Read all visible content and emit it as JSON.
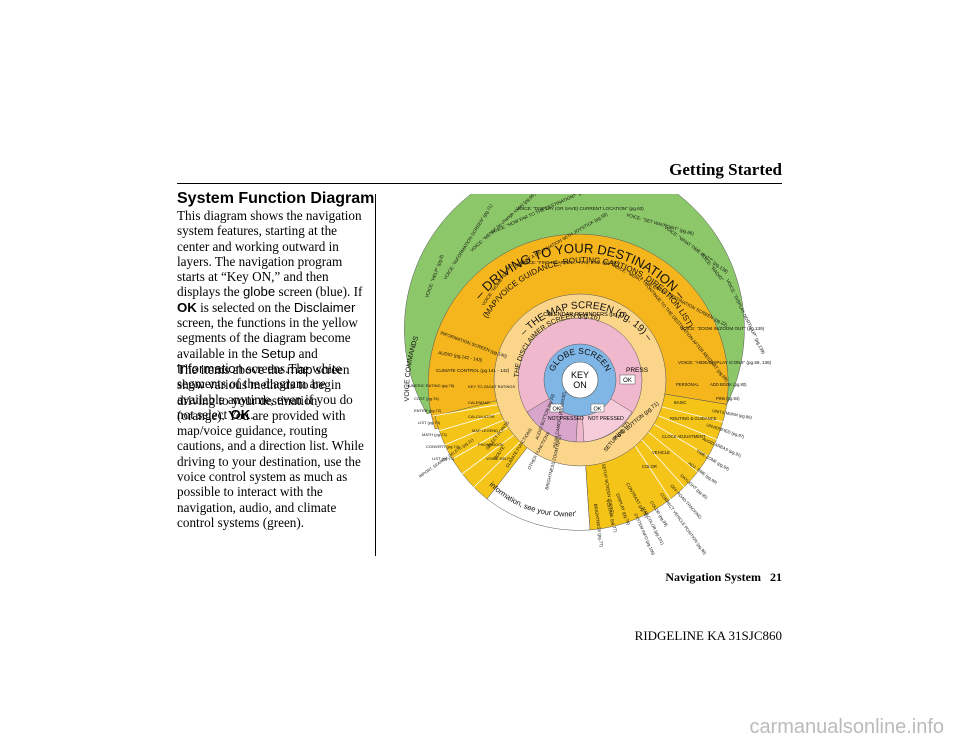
{
  "header": {
    "title": "Getting Started"
  },
  "section": {
    "title": "System Function Diagram"
  },
  "paragraph1": {
    "t1": "This diagram shows the navigation system features, starting at the center and working outward in layers. The navigation program starts at “Key ON,” and then displays the ",
    "globe": "globe",
    "t2": " screen (blue). If ",
    "ok1": "OK",
    "t3": " is selected on the ",
    "disclaimer": "Disclaimer",
    "t4": " screen, the functions in the yellow segments of the diagram become available in the ",
    "setup": "Setup",
    "t5": " and ",
    "information": "Information",
    "t6": " screens.The white segments of the diagram are available anytime, even if you do not select ",
    "ok2": "OK",
    "t7": "."
  },
  "paragraph2": {
    "t1": "The items above the ",
    "map": "map",
    "t2": " screen show various methods to begin driving to your destination (orange). You are provided with map/voice guidance, routing cautions, and a direction list. While driving to your destination, use the voice control system as much as possible to interact with the navigation, audio, and climate control systems (green)."
  },
  "diagram": {
    "center": {
      "line1": "KEY",
      "line2": "ON"
    },
    "globe_label": "GLOBE SCREEN",
    "disclaimer_label": "THE DISCLAIMER SCREEN (pg.16)",
    "press": "PRESS",
    "ok": "OK",
    "not_pressed": "NOT PRESSED",
    "info_button": "INFO BUTTON (pg.71)",
    "setup_button": "SETUP (pg.77)",
    "calendar_reminders": "CALENDAR REMINDERS (pg.17)",
    "map_screen": "– THE MAP SCREEN (pg. 19) –",
    "driving": "– DRIVING TO YOUR DESTINATION –",
    "map_voice": "(MAP/VOICE GUIDANCE, ROUTING CAUTIONS, DIRECTION LIST)",
    "voice_commands": "VOICE COMMANDS",
    "more_info": "For more information, see your Owner's Manual",
    "green_items": [
      "VOICE: \"HELP\" (pg.8)",
      "VOICE: \"INFORMATION SCREEN\" (pg.71)",
      "VOICE: \"MENU\" (to change route) (pg.60)",
      "VOICE: \"HOW FAR TO THE DESTINATION?\" (pg.138)",
      "VOICE: \"DISPLAY (OR SAVE) CURRENT LOCATION\" (pg.63)",
      "VOICE: \"SET WAYPOINT\" (pg.66)",
      "VOICE: \"WHAT TIME IS IT?\" (pg.138)",
      "VOICE: \"RADIO\"",
      "VOICE: \"DISPLAY NORTH UP\" (pg.139)"
    ],
    "orange_top": [
      "VOICE: \"HOME\" (pg.46)",
      "SELECT A DESTINATION WITH JOYSTICK (pg.58)",
      "VOICE: \"FIND NEAREST...\" ATM, ETC. (pg.140)",
      "VOICE: \"MENU\" FOR ENTER DESTINATION SCREEN (pg.22)",
      "CONTINUE TO THE DESTINATION AFTER RESTART (pg.68)"
    ],
    "orange_right": [
      "VOICE: \"ZOOM IN/ZOOM OUT\" (pg.139)",
      "VOICE: \"HIDE/DISPLAY ICONS\" (pg.59, 136)"
    ],
    "info_left": [
      "INFORMATION SCREEN (pg.140)",
      "AUDIO (pg.142 - 143)",
      "CLIMATE CONTROL (pg.141 - 142)"
    ],
    "info_items": [
      "NUMERIC RATING (pg.76)",
      "COST (pg.76)",
      "ENTER (pg.72)",
      "LIST (pg.73)",
      "MATH (pg.73)",
      "CONVERT (pg.74)",
      "LIST (pg.75)",
      "IMPORT, SEARCH, DELETE (pg.21)",
      "KEY TO ZAGAT RATINGS",
      "CALENDAR",
      "CALCULATOR",
      "MAP LEGEND",
      "PHONEBOOK",
      "VOICE HELP"
    ],
    "setup_items": [
      "PERSONAL",
      "BASIC",
      "ROUTING & GUIDANCE",
      "CLOCK ADJUSTMENT",
      "VEHICLE",
      "COLOR",
      "ADD BOOK (pg.80)",
      "PINs (pg.84)",
      "UNITS MI/KM (pg.96)",
      "UNVERIFIED (pg.87)",
      "AVOID AREAS (pg.91)",
      "TIME ZONE (pg.94)",
      "ADJ. TIME (pg.96)",
      "DAYLIGHT (pg.95)",
      "OFF-ROAD TRACKING",
      "CORRECT VEHICLE POSITION (pg.98)",
      "COLOR (pg.99)",
      "MAP COLOR (pg.101)",
      "SYSTEM INFO (pg.106)"
    ],
    "white_items": [
      "AUDIO BUTTON (pg.19)",
      "REAR CAMERA (REVERSE)",
      "OTHER FUNCTIONS",
      "BRIGHTNESS ZOOM INPUT",
      "CLIMATE FUNCTIONS",
      "ROUTE",
      "SELECT POINTS",
      "SETUP SCREEN (FIRST)",
      "CONTRAST (pg.78)",
      "DISPLAY (pg.78)",
      "VOLUME (pg.77)",
      "BRIGHTNESS (pg.77)"
    ]
  },
  "footer": {
    "nav_label": "Navigation System",
    "page_number": "21",
    "code": "RIDGELINE KA  31SJC860"
  },
  "watermark": "carmanualsonline.info"
}
